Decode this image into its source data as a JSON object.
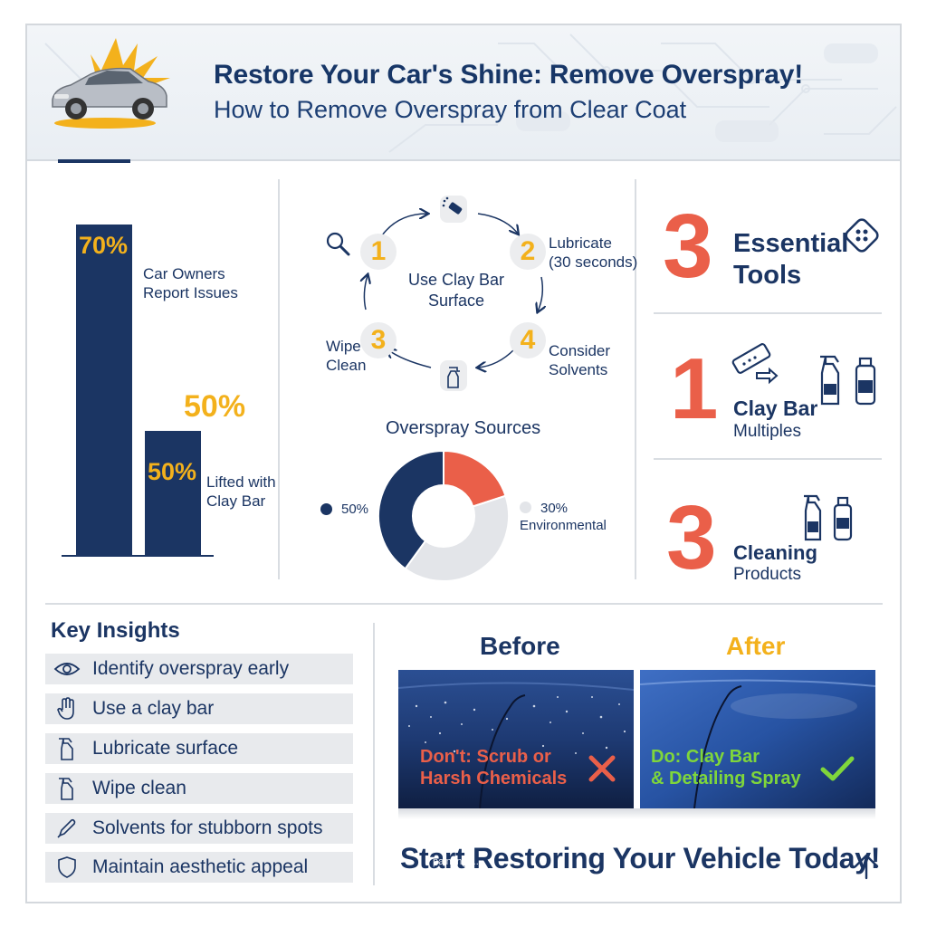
{
  "header": {
    "title": "Restore Your Car's Shine: Remove Overspray!",
    "subtitle": "How to Remove Overspray from Clear Coat"
  },
  "bar_stats": {
    "bar1_pct": "70%",
    "bar1_label_line1": "Car Owners",
    "bar1_label_line2": "Report Issues",
    "bar2_pct_above": "50%",
    "bar2_pct_inside": "50%",
    "bar2_label_line1": "Lifted with",
    "bar2_label_line2": "Clay Bar"
  },
  "chart_data": {
    "type": "bar",
    "categories": [
      "Car Owners Report Issues",
      "Lifted with Clay Bar"
    ],
    "values": [
      70,
      50
    ],
    "ylim": [
      0,
      70
    ]
  },
  "cycle": {
    "center_line1": "Use Clay Bar",
    "center_line2": "Surface",
    "steps": [
      {
        "num": "1",
        "line1": "",
        "line2": ""
      },
      {
        "num": "2",
        "line1": "Lubricate",
        "line2": "(30 seconds)"
      },
      {
        "num": "3",
        "line1": "Wipe",
        "line2": "Clean"
      },
      {
        "num": "4",
        "line1": "Consider",
        "line2": "Solvents"
      }
    ]
  },
  "donut": {
    "title": "Overspray Sources",
    "legend_left": "50%",
    "legend_right_line1": "30%",
    "legend_right_line2": "Environmental",
    "slices": [
      {
        "value": 20,
        "color": "#ea5f49"
      },
      {
        "value": 40,
        "color": "#e3e5e9"
      },
      {
        "value": 40,
        "color": "#1b3563"
      }
    ]
  },
  "stats": [
    {
      "number": "3",
      "line1": "Essential",
      "line2": "Tools"
    },
    {
      "number": "1",
      "line1": "Clay Bar",
      "line2": "Multiples"
    },
    {
      "number": "3",
      "line1": "Cleaning",
      "line2": "Products"
    }
  ],
  "insights": {
    "title": "Key Insights",
    "items": [
      {
        "icon": "eye-icon",
        "label": "Identify overspray early"
      },
      {
        "icon": "hand-icon",
        "label": "Use a clay bar"
      },
      {
        "icon": "spray-bottle-icon",
        "label": "Lubricate surface"
      },
      {
        "icon": "spray-bottle-icon",
        "label": "Wipe clean"
      },
      {
        "icon": "pen-icon",
        "label": "Solvents for stubborn spots"
      },
      {
        "icon": "shield-icon",
        "label": "Maintain aesthetic appeal"
      }
    ]
  },
  "before_after": {
    "before_label": "Before",
    "after_label": "After",
    "before_line1": "Don't: Scrub or",
    "before_line2": "Harsh Chemicals",
    "after_line1": "Do: Clay Bar",
    "after_line2": "& Detailing Spray"
  },
  "cta": {
    "text": "Start Restoring Your Vehicle Today!",
    "watermark": "paintingb..."
  },
  "colors": {
    "navy": "#1b3563",
    "gold": "#f3b11c",
    "coral": "#ea5f49",
    "green": "#7fd63b",
    "light_gray": "#e3e5e9"
  }
}
